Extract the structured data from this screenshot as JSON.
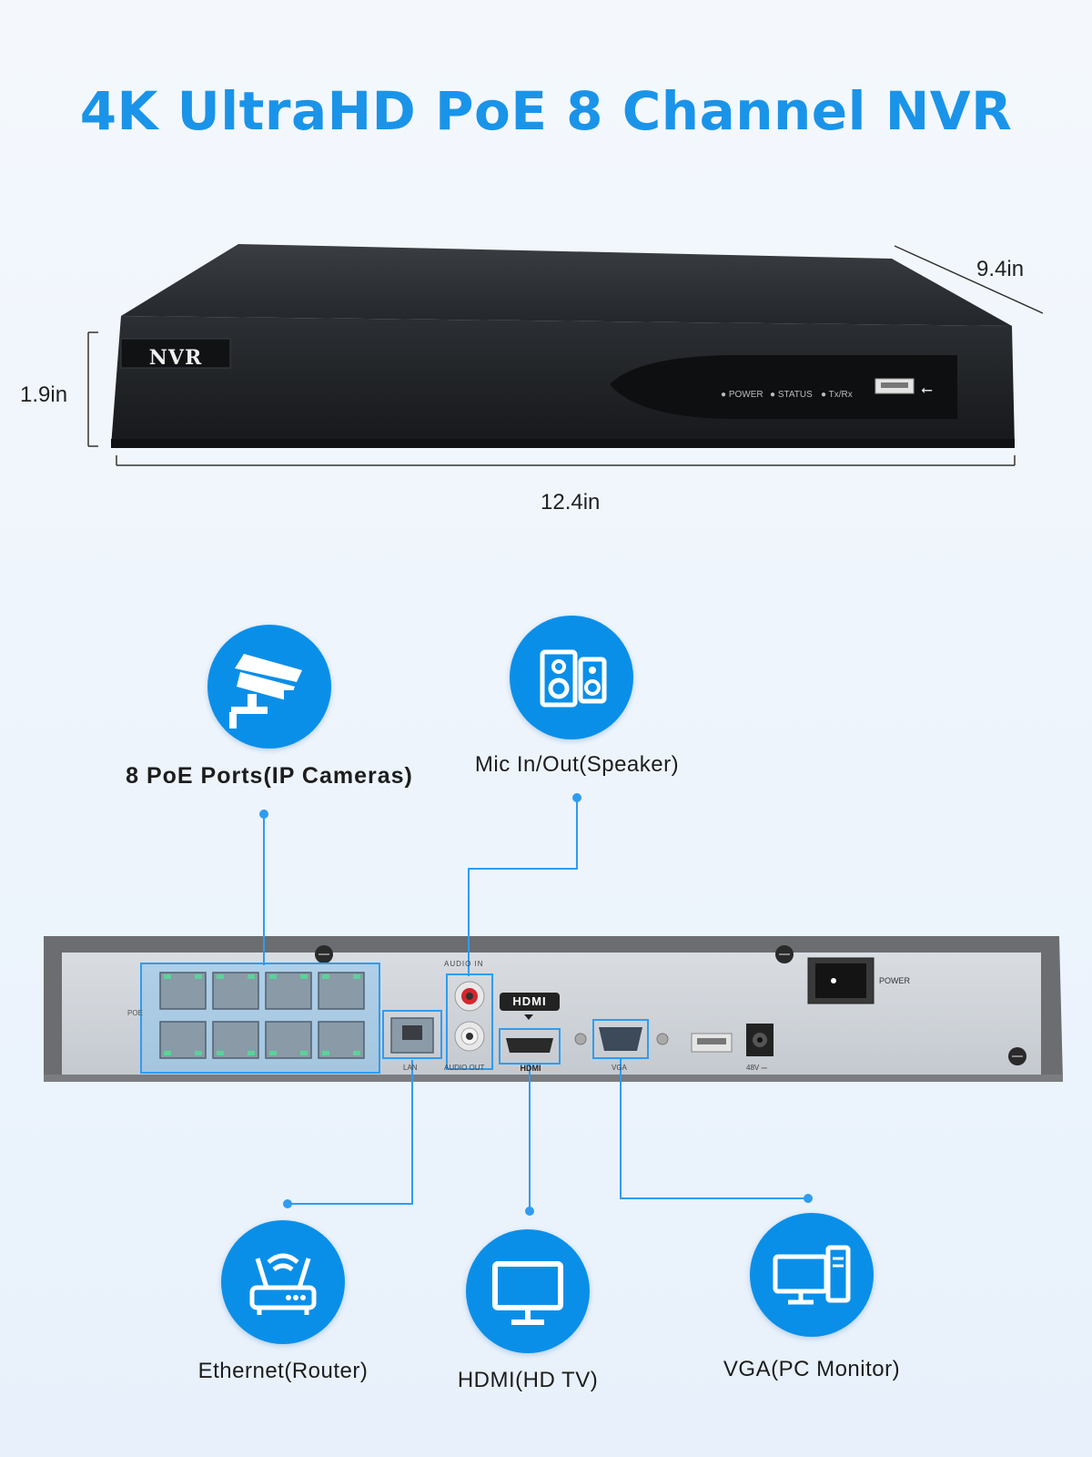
{
  "title": "4K UltraHD PoE 8 Channel NVR",
  "dimensions": {
    "width": "12.4in",
    "height": "1.9in",
    "depth": "9.4in"
  },
  "front_panel": {
    "brand_label": "NVR",
    "indicators": [
      "POWER",
      "STATUS",
      "Tx/Rx"
    ]
  },
  "rear_panel": {
    "poe_label": "POE",
    "audio_in_label": "AUDIO IN",
    "audio_out_label": "AUDIO OUT",
    "lan_label": "LAN",
    "hdmi_label": "HDMI",
    "vga_label": "VGA",
    "dc_label": "48V ⎓",
    "power_label": "POWER"
  },
  "callouts": {
    "poe": "8 PoE Ports(IP Cameras)",
    "audio": "Mic In/Out(Speaker)",
    "ethernet": "Ethernet(Router)",
    "hdmi": "HDMI(HD TV)",
    "vga": "VGA(PC Monitor)"
  },
  "colors": {
    "accent": "#1a94e8",
    "icon_circle": "#0a8fe9",
    "highlight": "#2f9cf0"
  }
}
